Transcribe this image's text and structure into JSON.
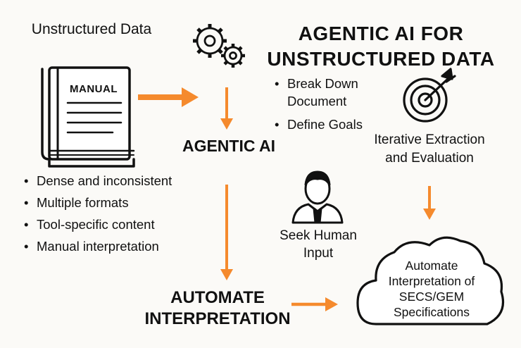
{
  "source": {
    "heading": "Unstructured Data",
    "manual_label": "MANUAL",
    "problems": [
      "Dense and inconsistent",
      "Multiple formats",
      "Tool-specific content",
      "Manual interpretation"
    ]
  },
  "title": "AGENTIC AI FOR UNSTRUCTURED DATA",
  "agentic_ai": {
    "label": "AGENTIC AI",
    "steps": [
      "Break Down Document",
      "Define Goals"
    ]
  },
  "iterative": "Iterative Extraction and Evaluation",
  "seek_human": "Seek Human Input",
  "automate": "AUTOMATE INTERPRETATION",
  "outcome": "Automate Interpretation of SECS/GEM Specifications",
  "colors": {
    "arrow": "#f58a2d",
    "ink": "#111111",
    "background": "#fbfaf7"
  }
}
